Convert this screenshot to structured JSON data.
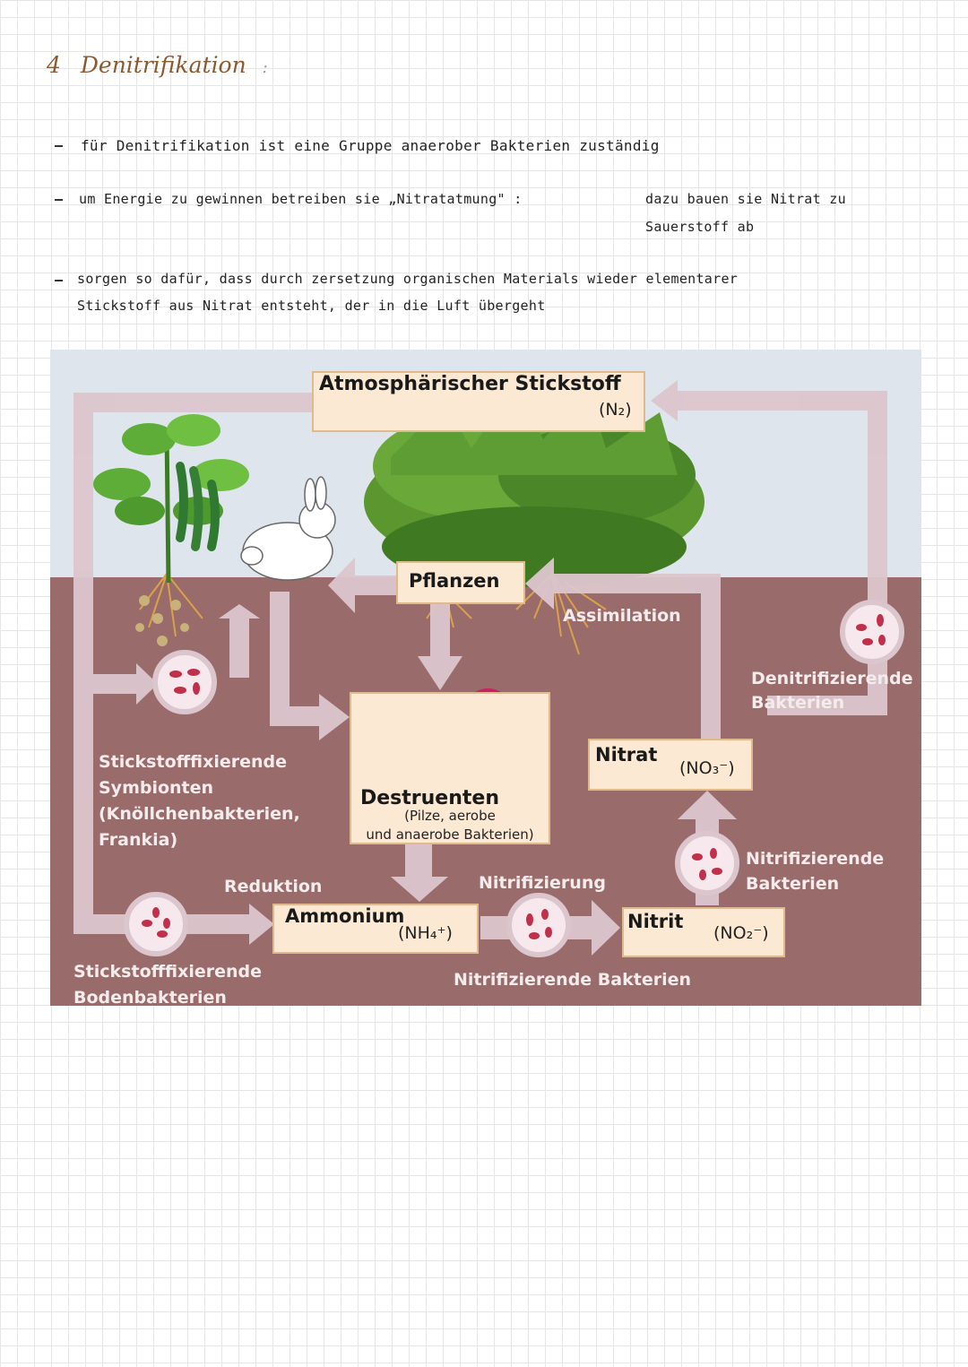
{
  "heading": {
    "number": "4",
    "title": "Denitrifikation",
    "colon": ":"
  },
  "bullets": [
    {
      "line1": "für  Denitrifikation  ist eine Gruppe  anaerober Bakterien zuständig"
    },
    {
      "line1a": "um  Energie zu gewinnen  betreiben sie „Nitratatmung\" :",
      "line1b": "dazu  bauen sie Nitrat zu",
      "line2": "Sauerstoff ab"
    },
    {
      "line1": "sorgen so dafür, dass  durch zersetzung organischen Materials wieder elementarer",
      "line2": "Stickstoff aus Nitrat  entsteht, der in die Luft übergeht"
    }
  ],
  "diagram": {
    "atmo_title": "Atmosphärischer Stickstoff",
    "atmo_formula": "(N₂)",
    "pflanzen": "Pflanzen",
    "assimilation": "Assimilation",
    "denitri": "Denitrifizierende\nBakterien",
    "symbionten": "Stickstofffixierende\nSymbionten\n(Knöllchenbakterien,\nFrankia)",
    "destruenten": "Destruenten",
    "destruenten_sub": "(Pilze, aerobe\nund anaerobe Bakterien)",
    "nitrat": "Nitrat",
    "nitrat_formula": "(NO₃⁻)",
    "nitrifizierende_right": "Nitrifizierende\nBakterien",
    "reduktion": "Reduktion",
    "nitrifizierung": "Nitrifizierung",
    "ammonium": "Ammonium",
    "ammonium_formula": "(NH₄⁺)",
    "nitrit": "Nitrit",
    "nitrit_formula": "(NO₂⁻)",
    "boden": "Stickstofffixierende\nBodenbakterien",
    "nitrifizierende_bottom": "Nitrifizierende Bakterien",
    "colors": {
      "sky": "#dfe5ec",
      "soil": "#9a6b6b",
      "arrow": "#dcc6ce",
      "box": "#fbe9d4",
      "box_border": "#e0b98c",
      "bacteria": "#c0304a"
    }
  }
}
